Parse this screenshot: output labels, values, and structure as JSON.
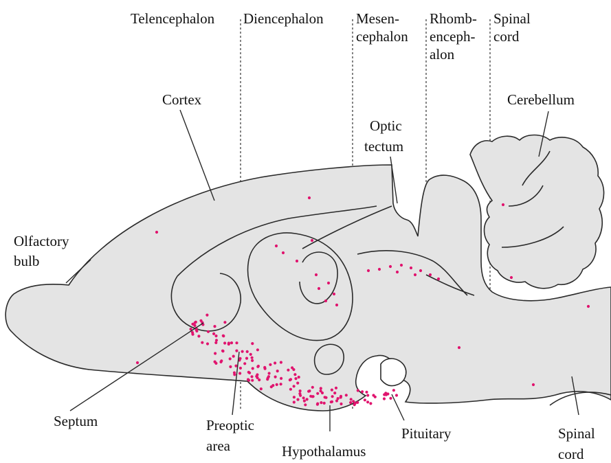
{
  "divisions": [
    {
      "label_lines": [
        "Telencephalon"
      ]
    },
    {
      "label_lines": [
        "Diencephalon"
      ]
    },
    {
      "label_lines": [
        "Mesen-",
        "cephalon"
      ]
    },
    {
      "label_lines": [
        "Rhomb-",
        "enceph-",
        "alon"
      ]
    },
    {
      "label_lines": [
        "Spinal",
        "cord"
      ]
    }
  ],
  "structures": {
    "cortex": [
      "Cortex"
    ],
    "optic_tectum": [
      "Optic",
      "tectum"
    ],
    "cerebellum": [
      "Cerebellum"
    ],
    "olfactory_bulb": [
      "Olfactory",
      "bulb"
    ],
    "septum": [
      "Septum"
    ],
    "preoptic_area": [
      "Preoptic",
      "area"
    ],
    "hypothalamus": [
      "Hypothalamus"
    ],
    "pituitary": [
      "Pituitary"
    ],
    "spinal_cord": [
      "Spinal",
      "cord"
    ]
  },
  "colors": {
    "tissue": "#e4e4e4",
    "outline": "#2a2a2a",
    "neuron_dot": "#e0146e"
  }
}
